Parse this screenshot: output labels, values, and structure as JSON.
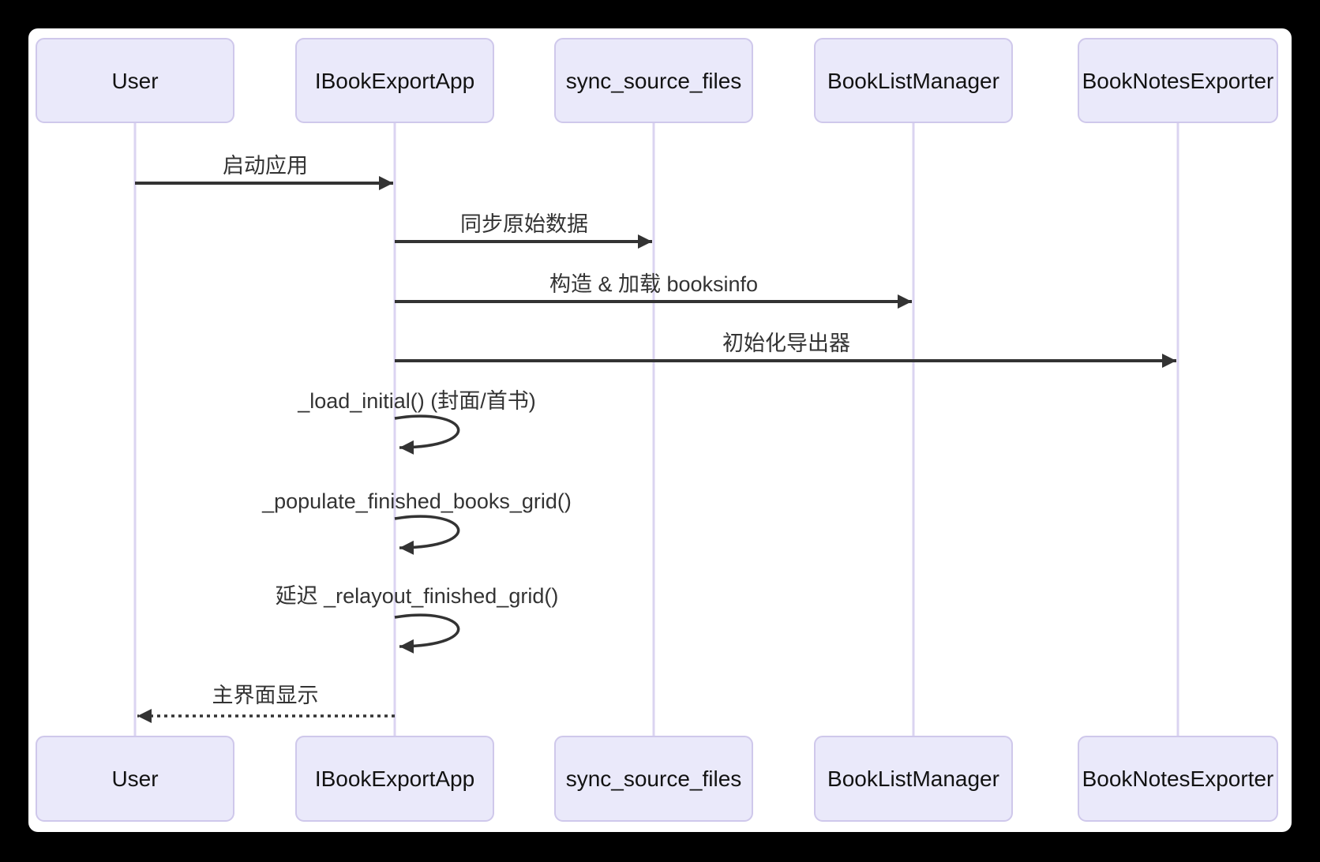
{
  "diagram": {
    "type": "sequence",
    "participants": [
      {
        "name": "User"
      },
      {
        "name": "IBookExportApp"
      },
      {
        "name": "sync_source_files"
      },
      {
        "name": "BookListManager"
      },
      {
        "name": "BookNotesExporter"
      }
    ],
    "messages": [
      {
        "from": "User",
        "to": "IBookExportApp",
        "label": "启动应用",
        "line": "solid"
      },
      {
        "from": "IBookExportApp",
        "to": "sync_source_files",
        "label": "同步原始数据",
        "line": "solid"
      },
      {
        "from": "IBookExportApp",
        "to": "BookListManager",
        "label": "构造 & 加载 booksinfo",
        "line": "solid"
      },
      {
        "from": "IBookExportApp",
        "to": "BookNotesExporter",
        "label": "初始化导出器",
        "line": "solid"
      },
      {
        "from": "IBookExportApp",
        "to": "IBookExportApp",
        "label": "_load_initial() (封面/首书)",
        "line": "self"
      },
      {
        "from": "IBookExportApp",
        "to": "IBookExportApp",
        "label": "_populate_finished_books_grid()",
        "line": "self"
      },
      {
        "from": "IBookExportApp",
        "to": "IBookExportApp",
        "label": "延迟 _relayout_finished_grid()",
        "line": "self"
      },
      {
        "from": "IBookExportApp",
        "to": "User",
        "label": "主界面显示",
        "line": "dashed"
      }
    ],
    "colors": {
      "page_background": "#000000",
      "diagram_background": "#ffffff",
      "actor_fill": "#EAE9FA",
      "actor_border": "#CFC8EB",
      "lifeline": "#DBD4F1",
      "message": "#333333"
    }
  }
}
